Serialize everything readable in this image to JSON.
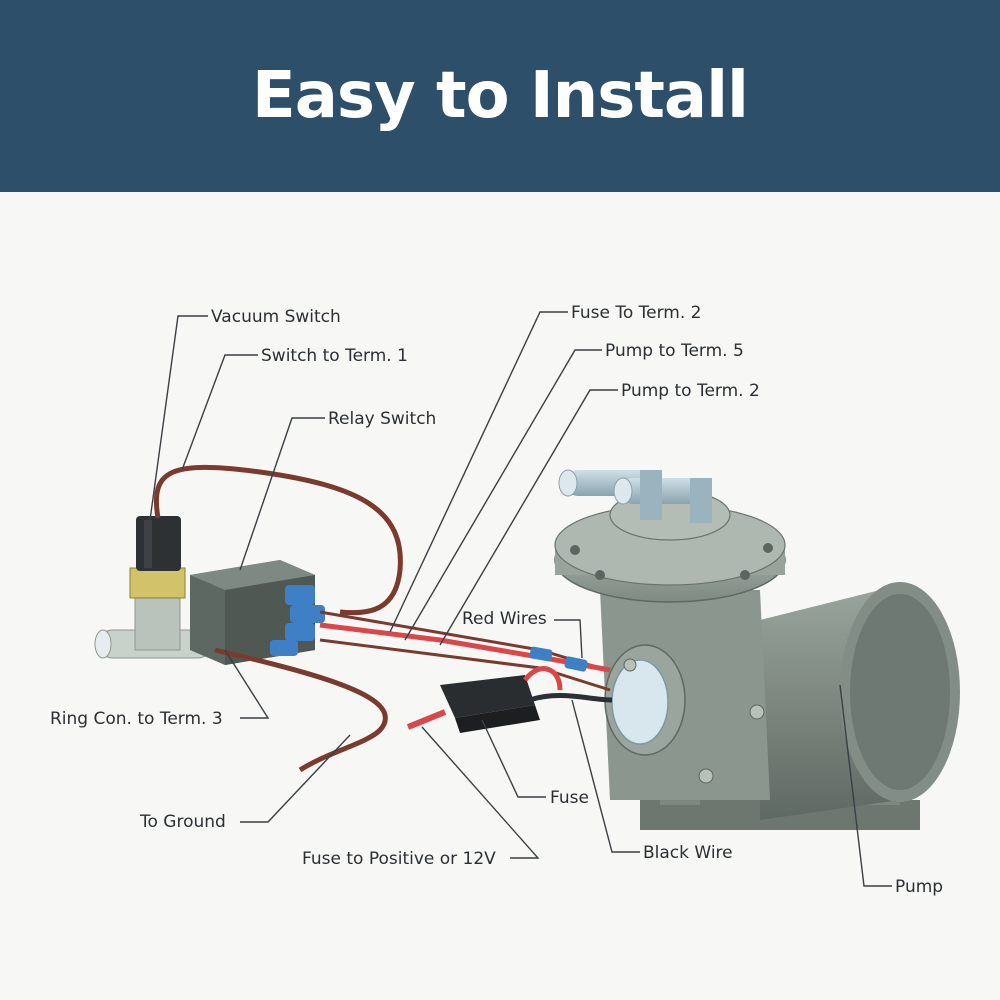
{
  "banner": {
    "title": "Easy to Install"
  },
  "diagram": {
    "labels": {
      "vacuum_switch": "Vacuum Switch",
      "switch_to_term1": "Switch to Term. 1",
      "relay_switch": "Relay Switch",
      "fuse_to_term2": "Fuse To Term. 2",
      "pump_to_term5": "Pump to Term. 5",
      "pump_to_term2": "Pump to Term. 2",
      "red_wires": "Red Wires",
      "ring_con_to_term3": "Ring Con. to Term. 3",
      "to_ground": "To Ground",
      "fuse": "Fuse",
      "fuse_to_positive": "Fuse to Positive or 12V",
      "black_wire": "Black Wire",
      "pump": "Pump"
    },
    "colors": {
      "banner": "#2d4f6a",
      "brown_wire": "#7a3b2e",
      "red_wire": "#d9474a",
      "black_wire": "#2c2f33",
      "pump_body": "#7f8a82",
      "connector_blue": "#3f7fc6"
    }
  }
}
